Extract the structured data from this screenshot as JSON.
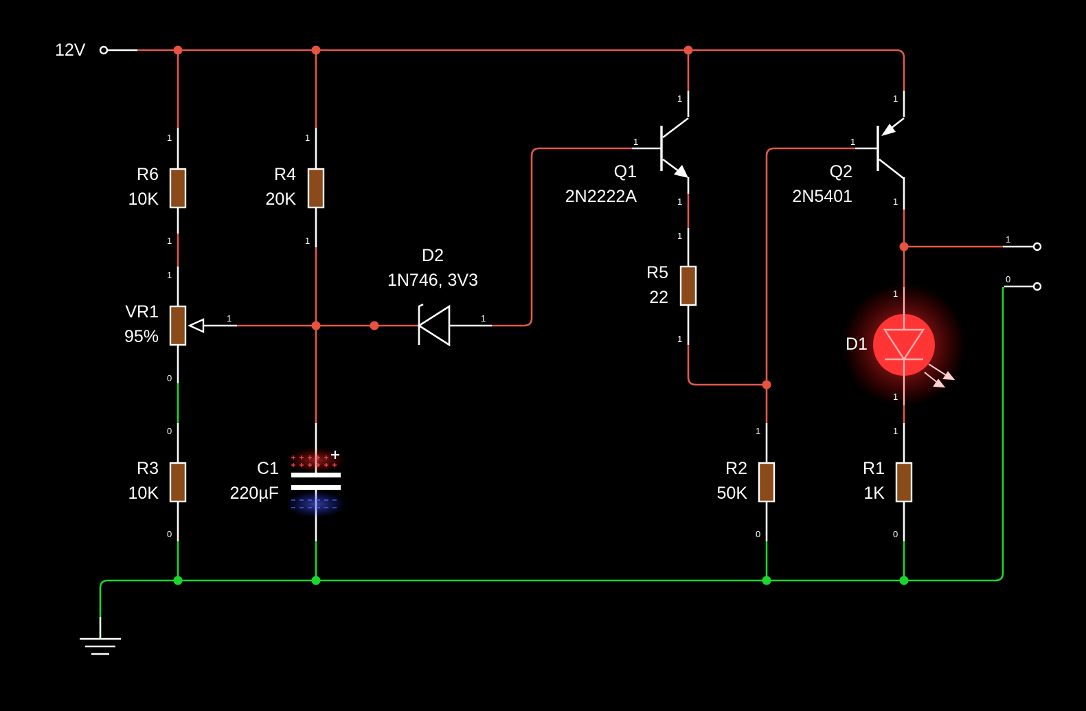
{
  "supply": {
    "label": "12V"
  },
  "components": {
    "R6": {
      "name": "R6",
      "value": "10K"
    },
    "R4": {
      "name": "R4",
      "value": "20K"
    },
    "VR1": {
      "name": "VR1",
      "value": "95%"
    },
    "R3": {
      "name": "R3",
      "value": "10K"
    },
    "C1": {
      "name": "C1",
      "value": "220µF"
    },
    "D2": {
      "name": "D2",
      "value": "1N746, 3V3"
    },
    "Q1": {
      "name": "Q1",
      "value": "2N2222A"
    },
    "R5": {
      "name": "R5",
      "value": "22"
    },
    "Q2": {
      "name": "Q2",
      "value": "2N5401"
    },
    "D1": {
      "name": "D1"
    },
    "R2": {
      "name": "R2",
      "value": "50K"
    },
    "R1": {
      "name": "R1",
      "value": "1K"
    }
  },
  "pin_labels": {
    "one": "1",
    "zero": "0"
  },
  "colors": {
    "high": "#e25a4a",
    "ground": "#19d82a",
    "resistor": "#8b4a1a",
    "led": "#ff3b3b"
  }
}
